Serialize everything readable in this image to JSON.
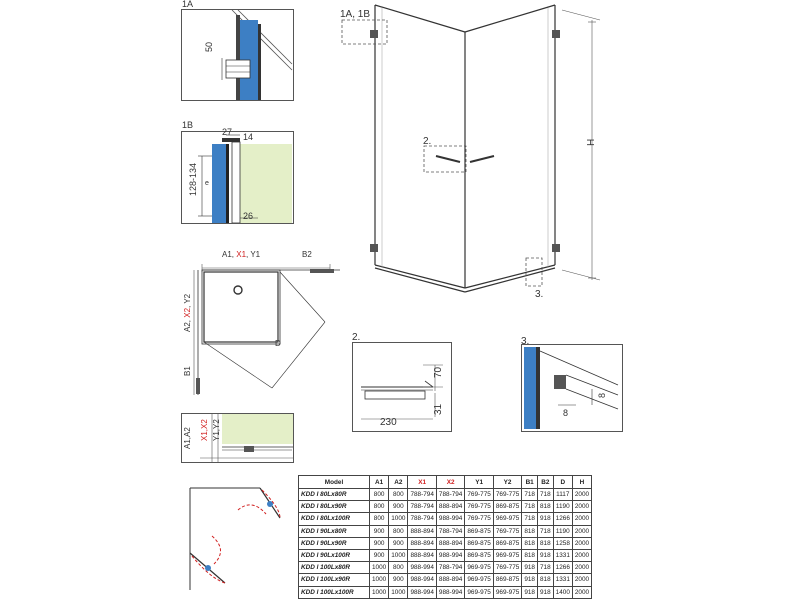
{
  "colors": {
    "accent_red": "#d12020",
    "glass_blue": "#3d7fc4",
    "wall_green": "#e4efc8",
    "frame": "#333333"
  },
  "views": {
    "main_label": "1A, 1B",
    "height_label": "H",
    "handle_detail": "2.",
    "bottom_detail": "3."
  },
  "detail_1a": {
    "title": "1A",
    "dim": "50"
  },
  "detail_1b": {
    "title": "1B",
    "dim_a": "27",
    "dim_b": "14",
    "dim_side": "128-134",
    "dim_bottom": "26",
    "small": "e"
  },
  "plan": {
    "top_a1": "A1, ",
    "top_x1": "X1",
    "top_y1": ", Y1",
    "top_b2": "B2",
    "left_a2": "A2, ",
    "left_x2": "X2",
    "left_y2": ", Y2",
    "left_b1": "B1",
    "diag": "D"
  },
  "detail_2": {
    "title": "2.",
    "dim_70": "70",
    "dim_31": "31",
    "dim_230": "230"
  },
  "detail_3": {
    "title": "3.",
    "dim_8h": "8",
    "dim_8w": "8"
  },
  "side_detail": {
    "a": "A1,A2",
    "x": "X1,X2",
    "y": "Y1,Y2"
  },
  "table": {
    "headers": [
      "Model",
      "A1",
      "A2",
      "X1",
      "X2",
      "Y1",
      "Y2",
      "B1",
      "B2",
      "D",
      "H"
    ],
    "red_headers": [
      3,
      4
    ],
    "rows": [
      [
        "KDD I 80Lx80R",
        "800",
        "800",
        "788-794",
        "788-794",
        "769-775",
        "769-775",
        "718",
        "718",
        "1117",
        "2000"
      ],
      [
        "KDD I 80Lx90R",
        "800",
        "900",
        "788-794",
        "888-894",
        "769-775",
        "869-875",
        "718",
        "818",
        "1190",
        "2000"
      ],
      [
        "KDD I 80Lx100R",
        "800",
        "1000",
        "788-794",
        "988-994",
        "769-775",
        "969-975",
        "718",
        "918",
        "1266",
        "2000"
      ],
      [
        "KDD I 90Lx80R",
        "900",
        "800",
        "888-894",
        "788-794",
        "869-875",
        "769-775",
        "818",
        "718",
        "1190",
        "2000"
      ],
      [
        "KDD I 90Lx90R",
        "900",
        "900",
        "888-894",
        "888-894",
        "869-875",
        "869-875",
        "818",
        "818",
        "1258",
        "2000"
      ],
      [
        "KDD I 90Lx100R",
        "900",
        "1000",
        "888-894",
        "988-994",
        "869-875",
        "969-975",
        "818",
        "918",
        "1331",
        "2000"
      ],
      [
        "KDD I 100Lx80R",
        "1000",
        "800",
        "988-994",
        "788-794",
        "969-975",
        "769-775",
        "918",
        "718",
        "1266",
        "2000"
      ],
      [
        "KDD I 100Lx90R",
        "1000",
        "900",
        "988-994",
        "888-894",
        "969-975",
        "869-875",
        "918",
        "818",
        "1331",
        "2000"
      ],
      [
        "KDD I 100Lx100R",
        "1000",
        "1000",
        "988-994",
        "988-994",
        "969-975",
        "969-975",
        "918",
        "918",
        "1400",
        "2000"
      ]
    ]
  }
}
